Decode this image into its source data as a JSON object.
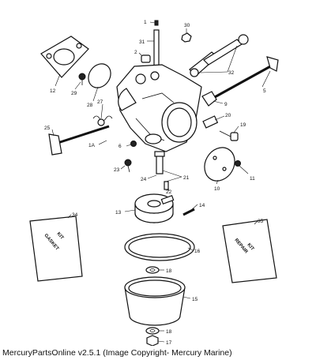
{
  "diagram": {
    "callouts": [
      "1",
      "30",
      "31",
      "2",
      "32",
      "5",
      "12",
      "29",
      "28",
      "27",
      "9",
      "20",
      "19",
      "25",
      "1A",
      "6",
      "23",
      "24",
      "21",
      "11",
      "10",
      "22",
      "14",
      "13",
      "34",
      "35",
      "16",
      "18",
      "15",
      "18",
      "17"
    ],
    "gasket_kit": {
      "line1": "GASKET",
      "line2": "KIT"
    },
    "repair_kit": {
      "line1": "REPAIR",
      "line2": "KIT"
    }
  },
  "footer": {
    "text": "MercuryPartsOnline v2.5.1 (Image Copyright- Mercury Marine)"
  }
}
